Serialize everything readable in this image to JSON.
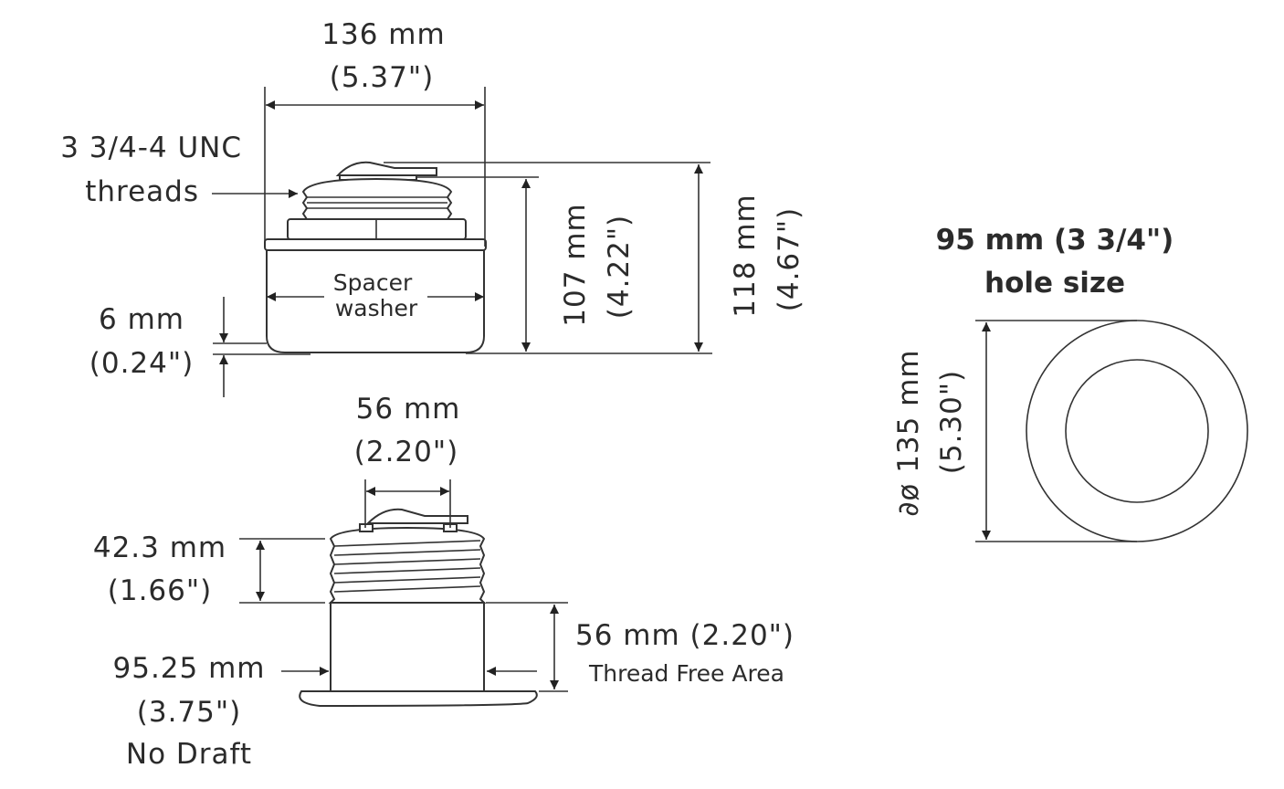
{
  "top_view": {
    "width_mm": "136 mm",
    "width_in": "(5.37\")",
    "threads_line1": "3 3/4-4 UNC",
    "threads_line2": "threads",
    "spacer_line1": "Spacer",
    "spacer_line2": "washer",
    "washer_mm": "6 mm",
    "washer_in": "(0.24\")",
    "height1_mm": "107 mm",
    "height1_in": "(4.22\")",
    "height2_mm": "118 mm",
    "height2_in": "(4.67\")"
  },
  "hole": {
    "title_line1": "95 mm (3 3/4\")",
    "title_line2": "hole size",
    "dia_mm": "∂ø 135 mm",
    "dia_in": "(5.30\")"
  },
  "bottom_view": {
    "top_mm": "56 mm",
    "top_in": "(2.20\")",
    "thread_mm": "42.3 mm",
    "thread_in": "(1.66\")",
    "free_label": "56 mm (2.20\")",
    "free_sub": "Thread Free Area",
    "dia_mm": "95.25 mm",
    "dia_in": "(3.75\")",
    "dia_note": "No Draft"
  }
}
